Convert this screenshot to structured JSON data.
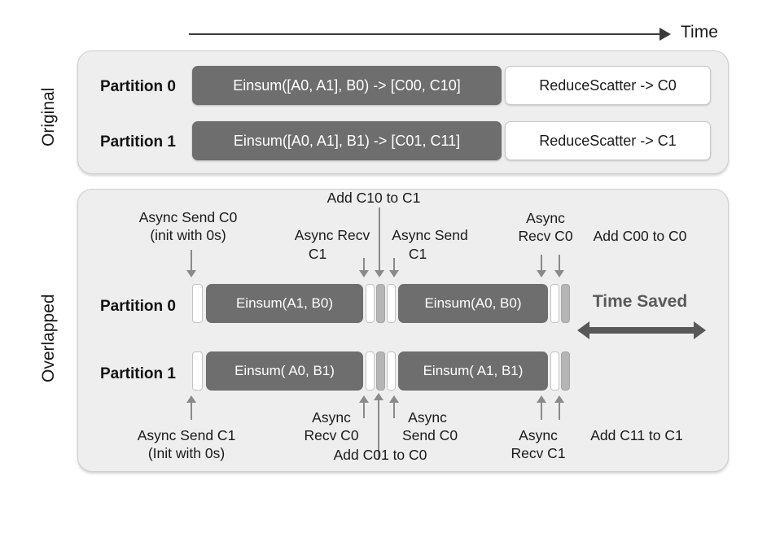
{
  "figure": {
    "time_axis_label": "Time",
    "section_labels": {
      "original": "Original",
      "overlapped": "Overlapped"
    },
    "colors": {
      "panel_background": "#eeeeee",
      "dark_bar": "#6e6e6e",
      "light_bar": "#ffffff",
      "grey_segment": "#b5b5b5",
      "arrow_grey": "#8a8a8a",
      "time_saved_arrow": "#585858",
      "text": "#1a1a1a"
    }
  },
  "original": {
    "rows": [
      {
        "partition_label": "Partition 0",
        "compute_bar": "Einsum([A0, A1], B0) -> [C00, C10]",
        "collective_bar": "ReduceScatter -> C0"
      },
      {
        "partition_label": "Partition 1",
        "compute_bar": "Einsum([A0, A1], B1) -> [C01, C11]",
        "collective_bar": "ReduceScatter -> C1"
      }
    ]
  },
  "overlapped": {
    "rows": [
      {
        "partition_label": "Partition 0",
        "compute_bars": [
          "Einsum(A1, B0)",
          "Einsum(A0, B0)"
        ]
      },
      {
        "partition_label": "Partition 1",
        "compute_bars": [
          "Einsum( A0, B1)",
          "Einsum( A1, B1)"
        ]
      }
    ],
    "top_annotations": [
      "Async Send C0",
      "(init with 0s)",
      "Add C10 to C1",
      "Async Recv",
      "C1",
      "Async Send",
      "C1",
      "Async",
      "Recv C0",
      "Add C00 to C0"
    ],
    "bottom_annotations": [
      "Async Send C1",
      "(Init with 0s)",
      "Async",
      "Recv C0",
      "Async",
      "Send C0",
      "Add C01 to C0",
      "Async",
      "Recv C1",
      "Add C11 to C1"
    ],
    "time_saved_label": "Time Saved"
  }
}
